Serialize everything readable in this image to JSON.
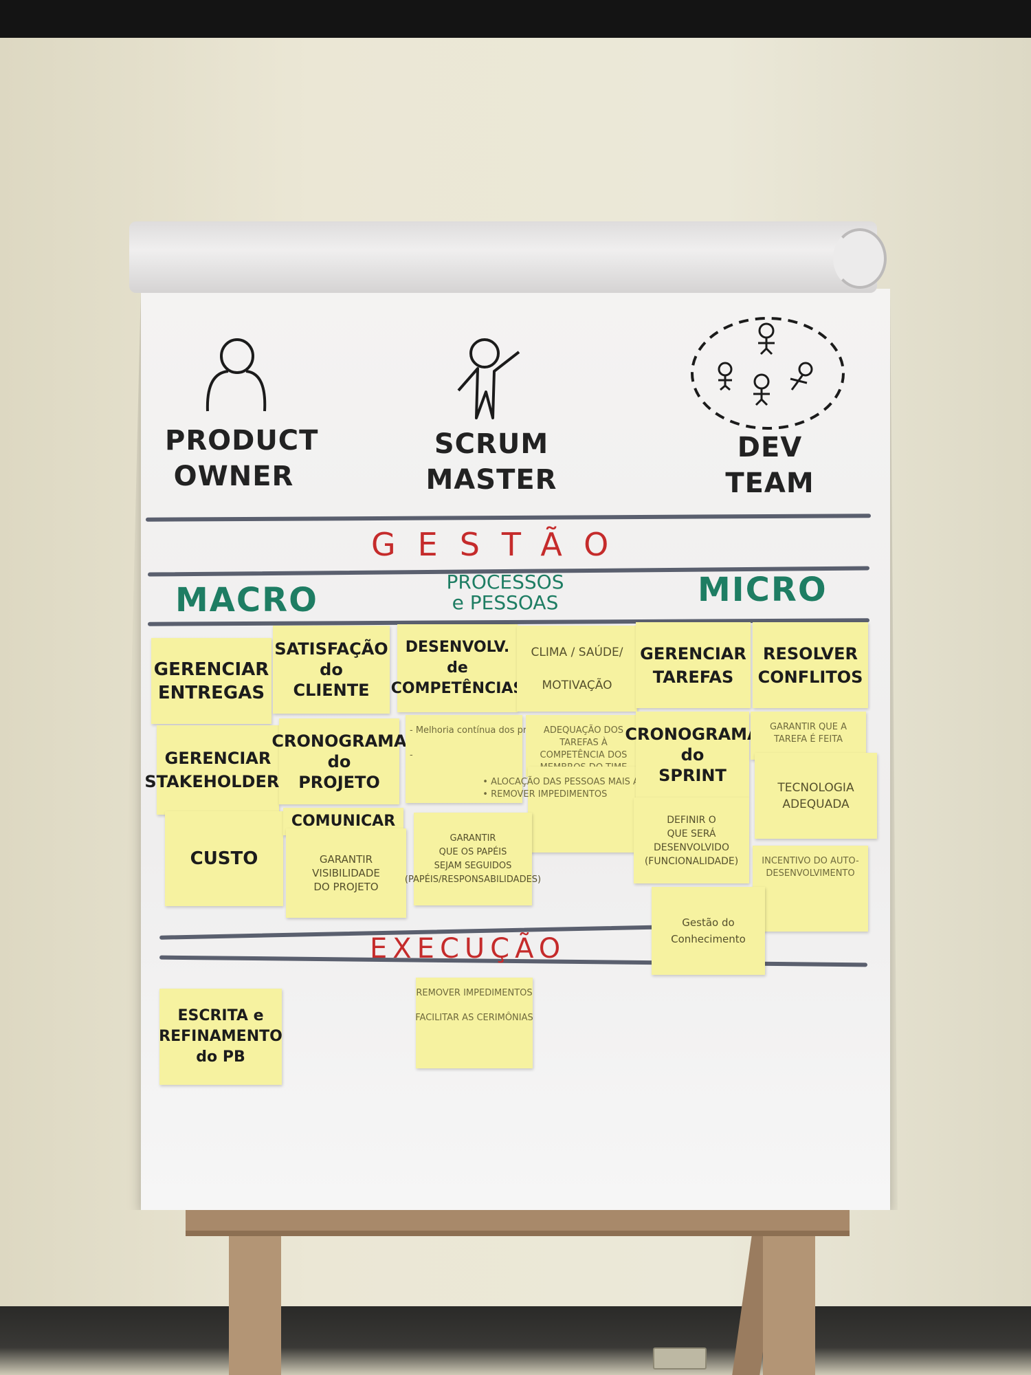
{
  "roles": {
    "product_owner": "PRODUCT\nOWNER",
    "scrum_master": "SCRUM\nMASTER",
    "dev_team": "DEV\nTEAM"
  },
  "sections": {
    "gestao": "GESTÃO",
    "execucao": "EXECUÇÃO"
  },
  "columns": {
    "macro": "MACRO",
    "processos": "PROCESSOS\ne PESSOAS",
    "micro": "MICRO"
  },
  "notes": {
    "gerenciar_entregas": "GERENCIAR\nENTREGAS",
    "satisfacao_cliente": "SATISFAÇÃO\ndo\nCLIENTE",
    "desenvolv_competencias": "DESENVOLV.\nde\nCOMPETÊNCIAS",
    "clima_saude": "CLIMA / SAÚDE/\n\nMOTIVAÇÃO",
    "gerenciar_tarefas": "GERENCIAR\nTAREFAS",
    "resolver_conflitos": "RESOLVER\nCONFLITOS",
    "gerenciar_stakeholders": "GERENCIAR\nSTAKEHOLDERS",
    "cronograma_projeto": "CRONOGRAMA\ndo\nPROJETO",
    "melhoria_processos": "- Melhoria contínua dos processos\n\n-",
    "adequacao_tarefas": "ADEQUAÇÃO DOS TAREFAS À COMPETÊNCIA DOS MEMBROS DO TIME",
    "alocacao_remover": "• ALOCAÇÃO DAS PESSOAS MAIS ADEQUADAS\n• REMOVER IMPEDIMENTOS",
    "cronograma_sprint": "CRONOGRAMA\ndo\nSPRINT",
    "garantir_tarefa": "GARANTIR QUE A TAREFA É FEITA",
    "tecnologia": "TECNOLOGIA\nADEQUADA",
    "custo": "CUSTO",
    "comunicar": "COMUNICAR",
    "garantir_visibilidade": "GARANTIR\nVISIBILIDADE\nDO PROJETO",
    "garantir_papeis": "GARANTIR\nQUE OS PAPÉIS\nSEJAM SEGUIDOS\n(PAPÉIS/RESPONSABILIDADES)",
    "definir_desenvolvido": "DEFINIR O\nQUE SERÁ\nDESENVOLVIDO\n(FUNCIONALIDADE)",
    "incentivo": "INCENTIVO DO AUTO-DESENVOLVIMENTO",
    "gestao_conhecimento": "Gestão do\nConhecimento",
    "escrita_pb": "ESCRITA e\nREFINAMENTO\ndo PB",
    "exec_note": "REMOVER IMPEDIMENTOS\n\nFACILITAR AS CERIMÔNIAS"
  }
}
